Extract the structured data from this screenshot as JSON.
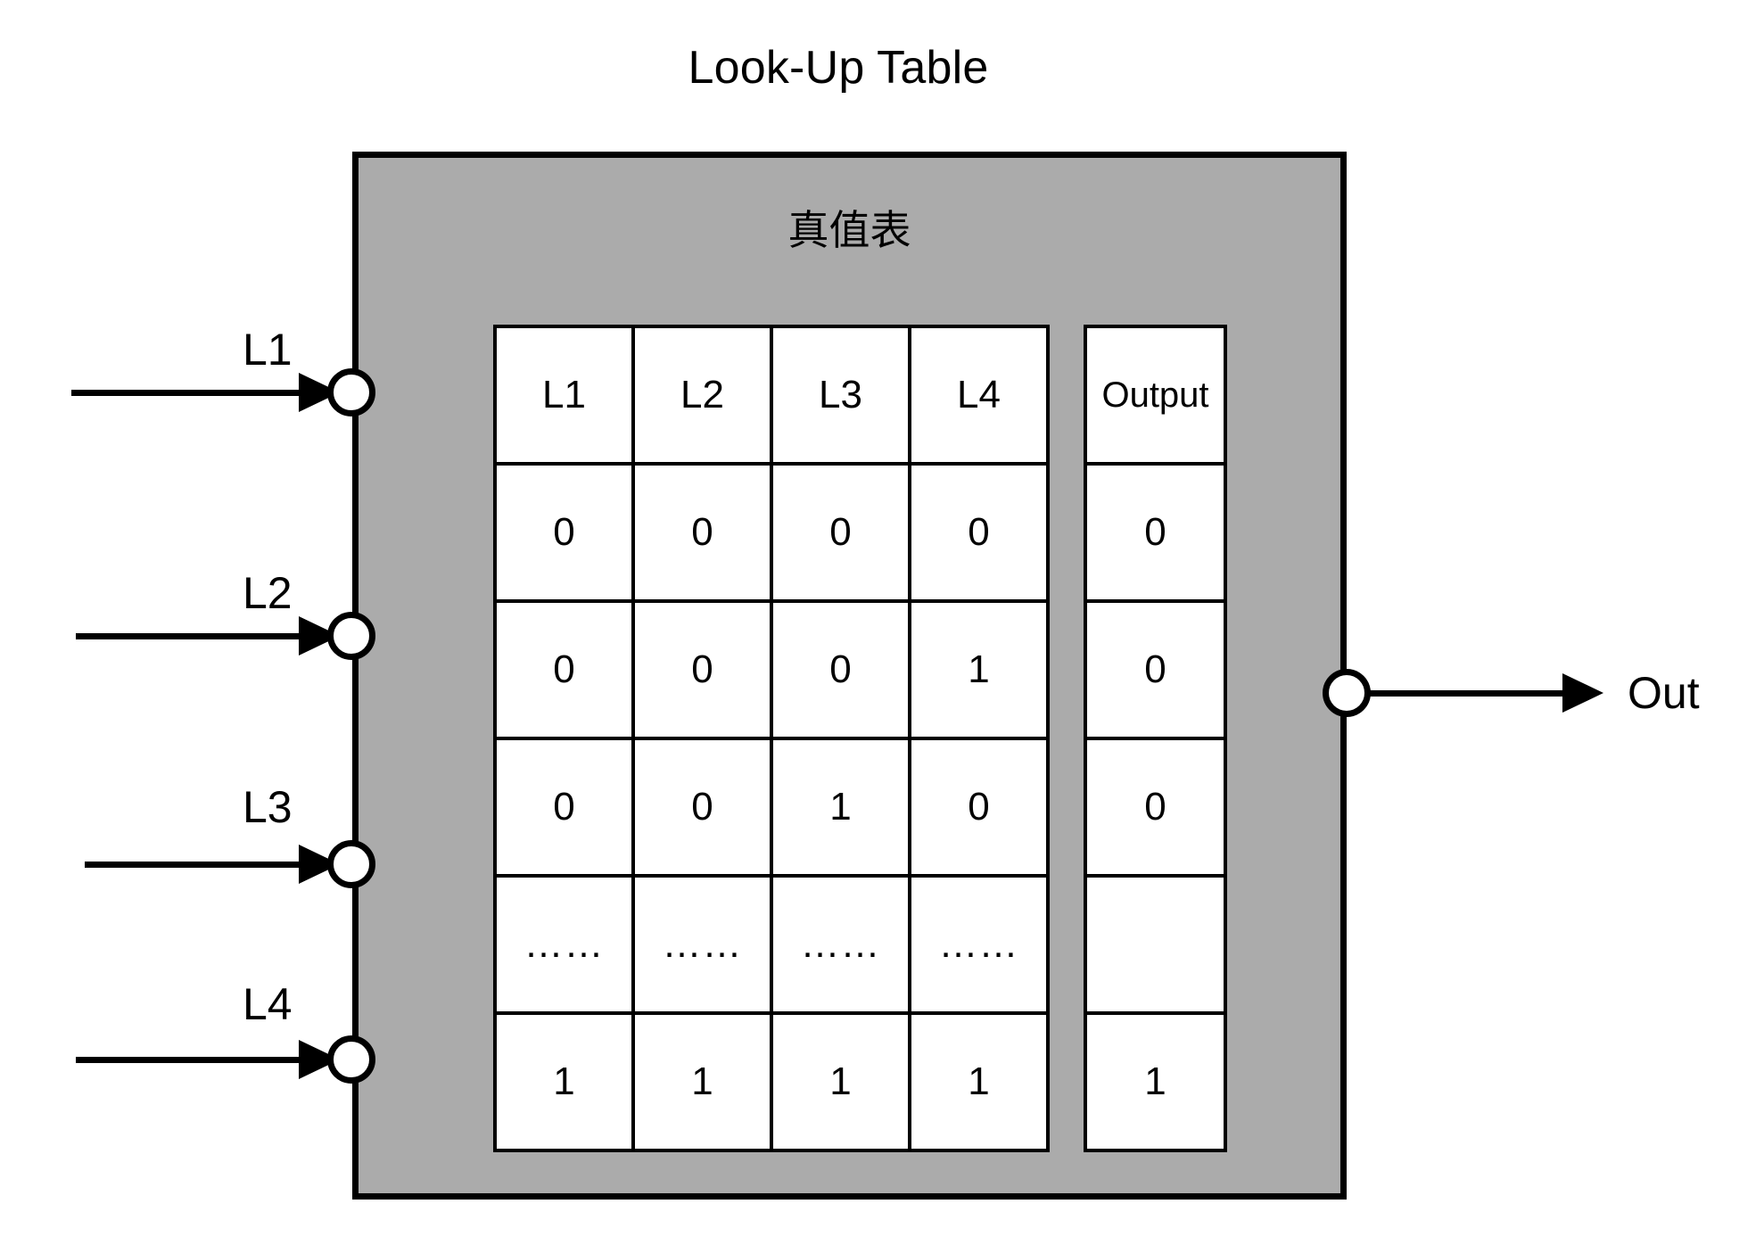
{
  "diagram": {
    "title": "Look-Up Table",
    "body_label": "真值表",
    "colors": {
      "body_fill": "#ABABAB",
      "stroke": "#000000",
      "cell_fill": "#FFFFFF",
      "page_background": "#FFFFFF"
    }
  },
  "inputs": [
    {
      "label": "L1"
    },
    {
      "label": "L2"
    },
    {
      "label": "L3"
    },
    {
      "label": "L4"
    }
  ],
  "output": {
    "label": "Out"
  },
  "chart_data": {
    "type": "table",
    "title": "真值表",
    "input_columns": [
      "L1",
      "L2",
      "L3",
      "L4"
    ],
    "output_columns": [
      "Output"
    ],
    "rows": [
      {
        "inputs": [
          "0",
          "0",
          "0",
          "0"
        ],
        "output": "0"
      },
      {
        "inputs": [
          "0",
          "0",
          "0",
          "1"
        ],
        "output": "0"
      },
      {
        "inputs": [
          "0",
          "0",
          "1",
          "0"
        ],
        "output": "0"
      },
      {
        "inputs": [
          "……",
          "……",
          "……",
          "……"
        ],
        "output": ""
      },
      {
        "inputs": [
          "1",
          "1",
          "1",
          "1"
        ],
        "output": "1"
      }
    ]
  }
}
